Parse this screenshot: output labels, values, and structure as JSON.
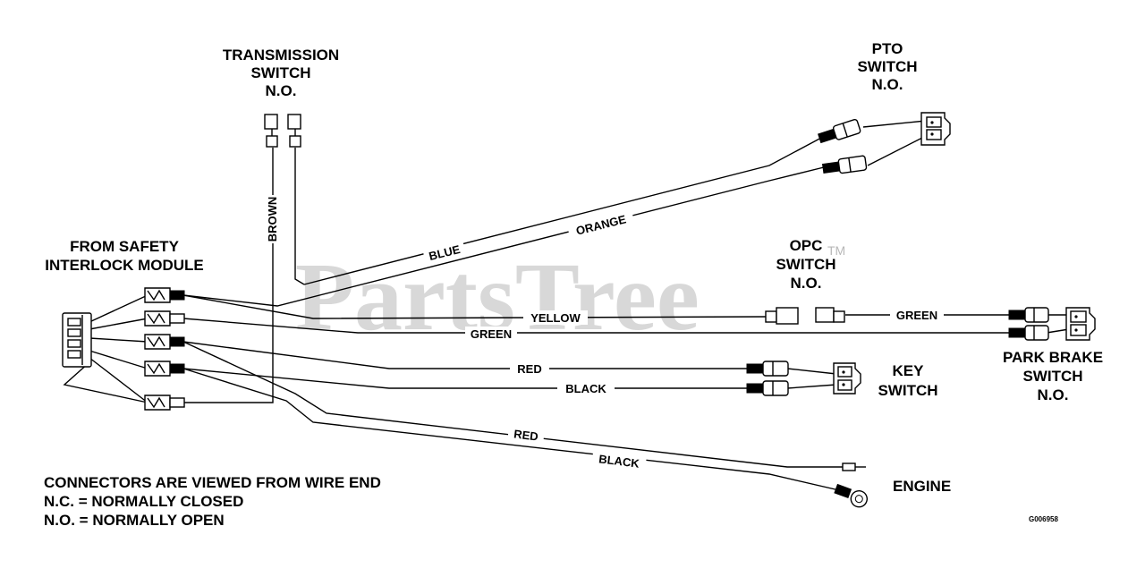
{
  "watermark": {
    "text": "PartsTree",
    "tm": "TM"
  },
  "components": {
    "transmission_switch": [
      "TRANSMISSION",
      "SWITCH",
      "N.O."
    ],
    "pto_switch": [
      "PTO",
      "SWITCH",
      "N.O."
    ],
    "safety_module": [
      "FROM SAFETY",
      "INTERLOCK MODULE"
    ],
    "opc_switch": [
      "OPC",
      "SWITCH",
      "N.O."
    ],
    "park_brake_switch": [
      "PARK BRAKE",
      "SWITCH",
      "N.O."
    ],
    "key_switch": [
      "KEY",
      "SWITCH"
    ],
    "engine": "ENGINE"
  },
  "wires": {
    "brown": "BROWN",
    "blue": "BLUE",
    "orange": "ORANGE",
    "yellow": "YELLOW",
    "green_left": "GREEN",
    "green_right": "GREEN",
    "red_key": "RED",
    "black_key": "BLACK",
    "red_engine": "RED",
    "black_engine": "BLACK"
  },
  "notes": [
    "CONNECTORS ARE VIEWED FROM WIRE END",
    "N.C. = NORMALLY CLOSED",
    "N.O. = NORMALLY OPEN"
  ],
  "figure_id": "G006958"
}
